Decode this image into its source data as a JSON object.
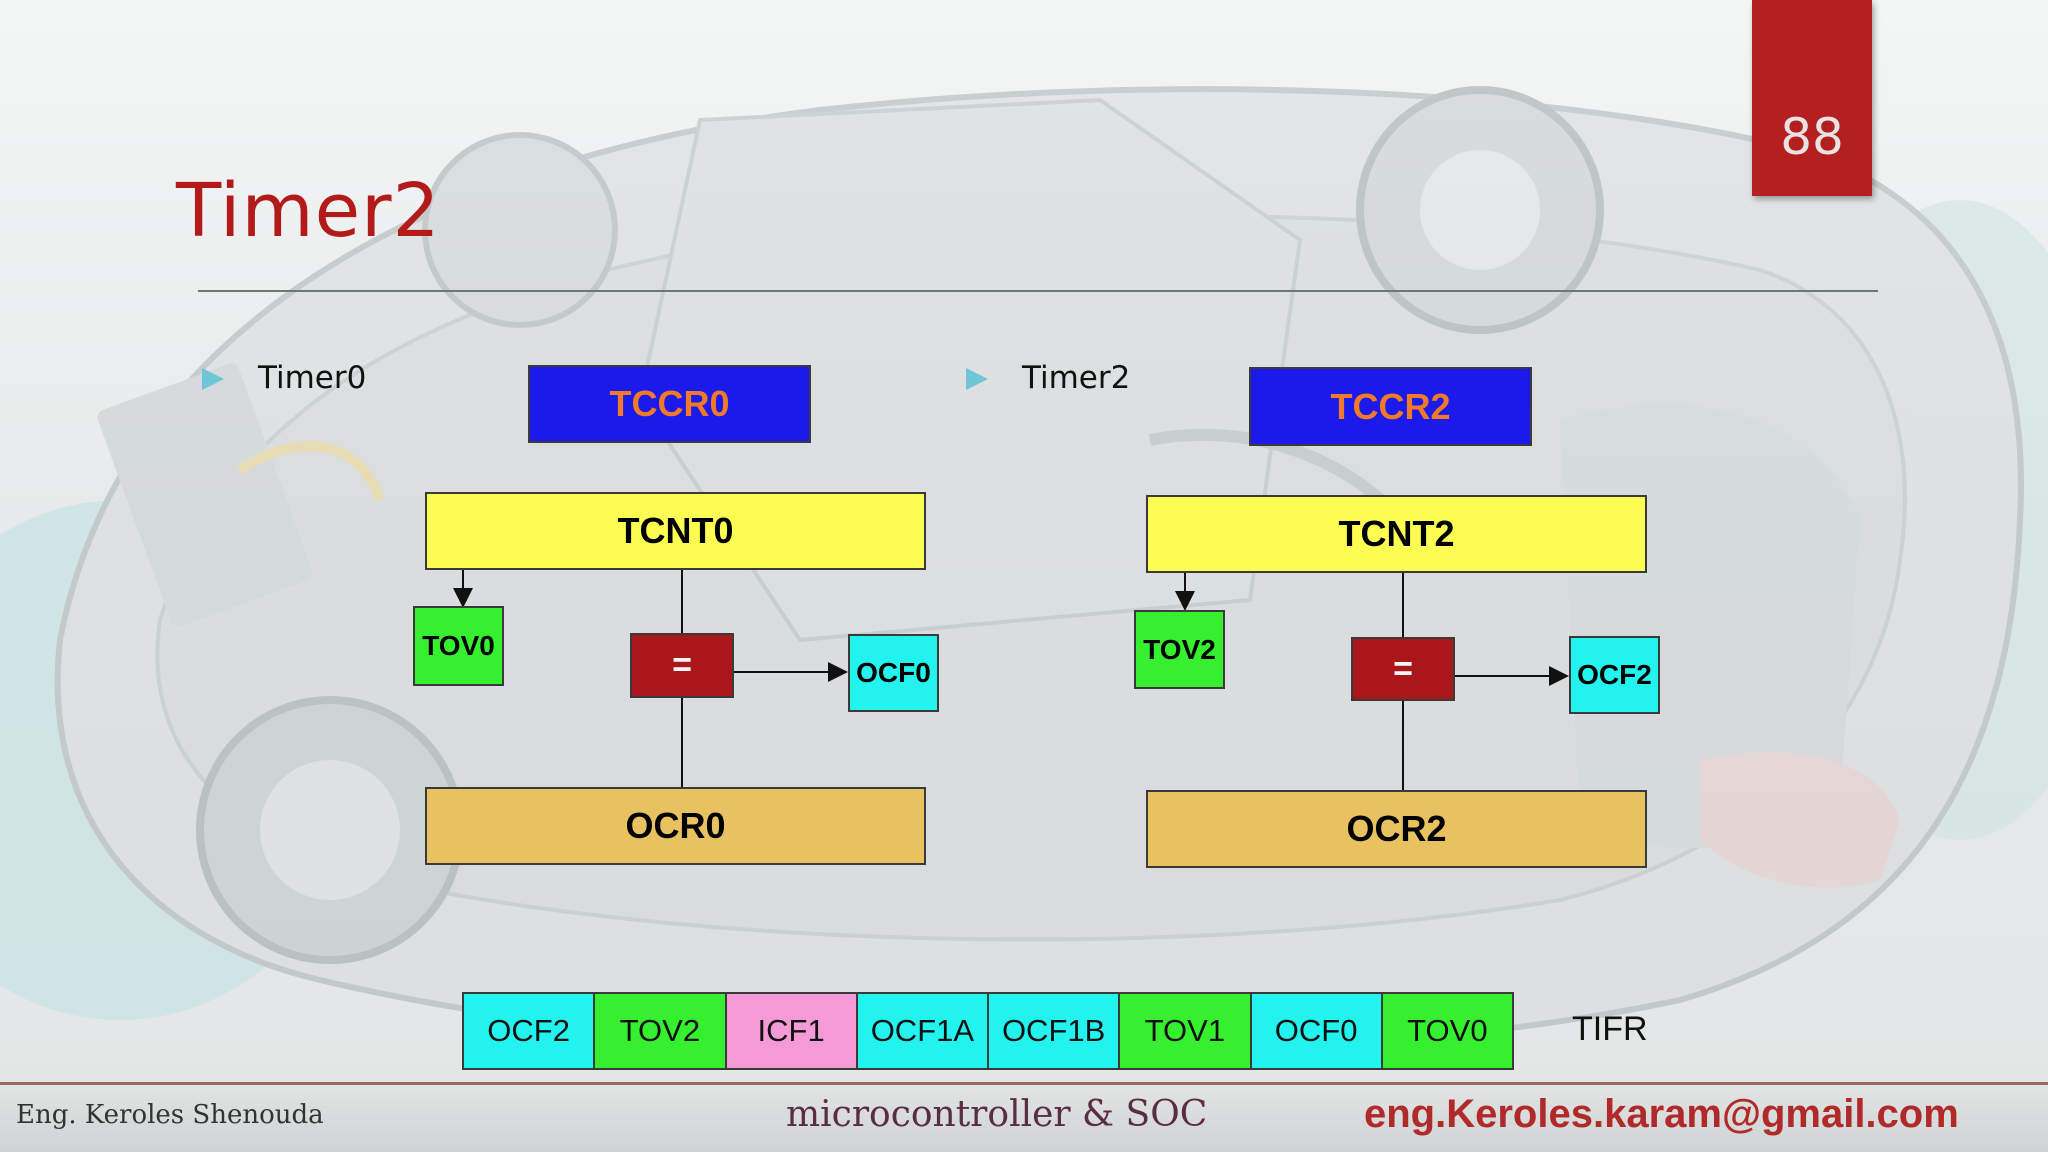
{
  "page_number": "88",
  "title": "Timer2",
  "bullets": [
    {
      "label": "Timer0"
    },
    {
      "label": "Timer2"
    }
  ],
  "timer0": {
    "tccr": "TCCR0",
    "tcnt": "TCNT0",
    "tov": "TOV0",
    "compare": "=",
    "ocf": "OCF0",
    "ocr": "OCR0"
  },
  "timer2": {
    "tccr": "TCCR2",
    "tcnt": "TCNT2",
    "tov": "TOV2",
    "compare": "=",
    "ocf": "OCF2",
    "ocr": "OCR2"
  },
  "tifr": {
    "label": "TIFR",
    "bits": [
      {
        "name": "OCF2",
        "color": "#22f3ee"
      },
      {
        "name": "TOV2",
        "color": "#36f030"
      },
      {
        "name": "ICF1",
        "color": "#f49ad6"
      },
      {
        "name": "OCF1A",
        "color": "#22f3ee"
      },
      {
        "name": "OCF1B",
        "color": "#22f3ee"
      },
      {
        "name": "TOV1",
        "color": "#36f030"
      },
      {
        "name": "OCF0",
        "color": "#22f3ee"
      },
      {
        "name": "TOV0",
        "color": "#36f030"
      }
    ]
  },
  "footer": {
    "author": "Eng. Keroles Shenouda",
    "course": "microcontroller & SOC",
    "email": "eng.Keroles.karam@gmail.com"
  }
}
